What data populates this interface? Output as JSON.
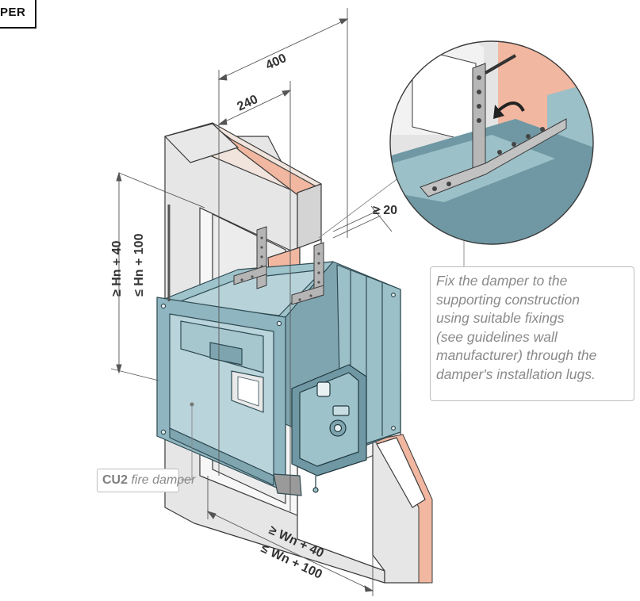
{
  "header": {
    "badge": "PER"
  },
  "dimensions": {
    "depth_outer": "400",
    "depth_inner": "240",
    "gap": "≥ 20",
    "height_min": "≥ Hn + 40",
    "height_max": "≤ Hn + 100",
    "width_min": "≥ Wn + 40",
    "width_max": "≤ Wn + 100"
  },
  "note": {
    "lines": [
      "Fix the damper to the",
      "supporting construction",
      "using suitable fixings",
      "(see guidelines wall",
      "manufacturer) through the",
      "damper's installation lugs."
    ]
  },
  "callout": {
    "product": "CU2",
    "label": "fire damper"
  },
  "colors": {
    "damper_blue": "#9cc0c8",
    "damper_dark": "#6f98a4",
    "wall_pink": "#f1b7a0",
    "wall_grey": "#e2e2e2",
    "outline": "#3a3a3a"
  }
}
